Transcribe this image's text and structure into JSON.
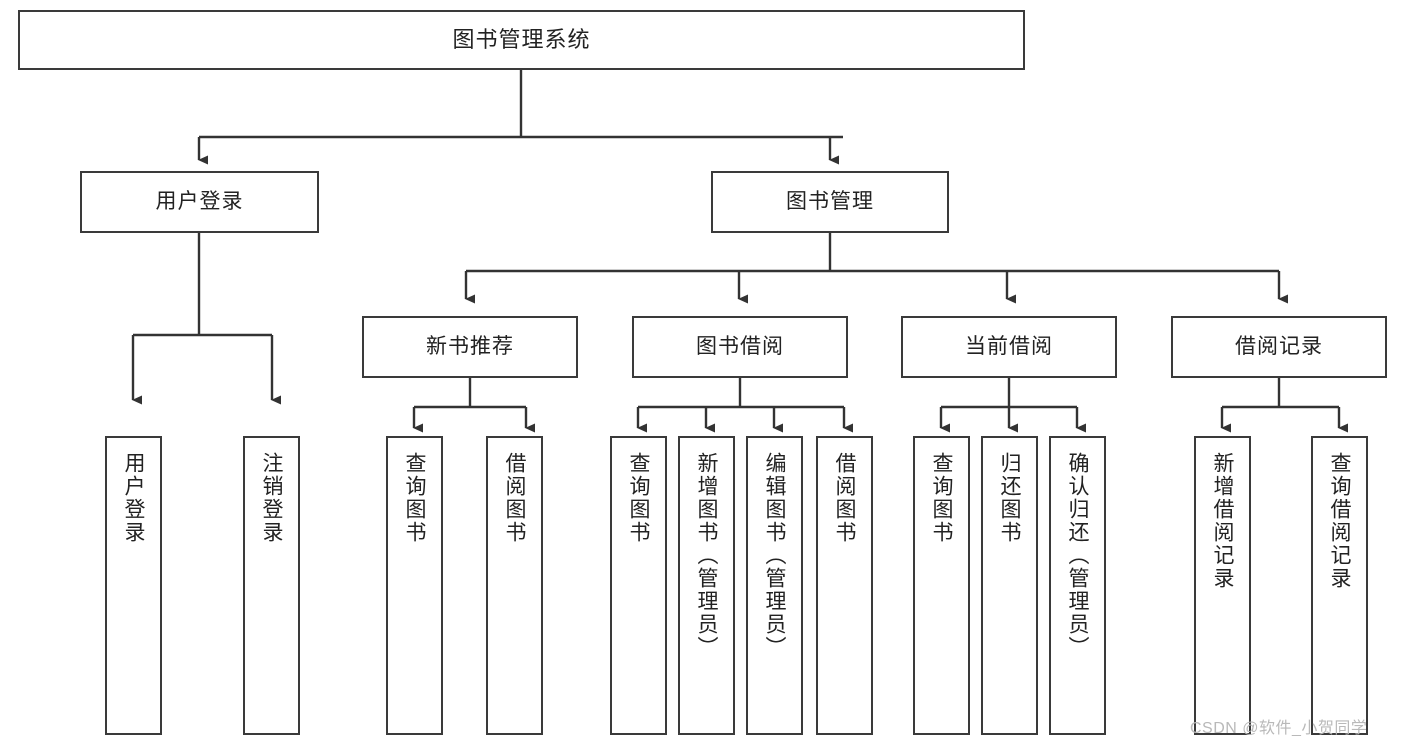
{
  "diagram": {
    "title": "图书管理系统",
    "type": "tree-structure-diagram",
    "watermark": "CSDN @软件_小贺同学",
    "colors": {
      "box_border": "#3a3a3a",
      "box_fill": "#ffffff",
      "connector": "#333333",
      "text": "#222222",
      "watermark": "#b9b9b9",
      "background": "#ffffff"
    },
    "nodes": {
      "root": {
        "label": "图书管理系统"
      },
      "level1": [
        {
          "label": "用户登录"
        },
        {
          "label": "图书管理"
        }
      ],
      "level2": [
        {
          "label": "新书推荐"
        },
        {
          "label": "图书借阅"
        },
        {
          "label": "当前借阅"
        },
        {
          "label": "借阅记录"
        }
      ],
      "leaves_user_login": [
        {
          "label": "用户登录"
        },
        {
          "label": "注销登录"
        }
      ],
      "leaves_new_book": [
        {
          "label": "查询图书"
        },
        {
          "label": "借阅图书"
        }
      ],
      "leaves_borrow": [
        {
          "label": "查询图书"
        },
        {
          "label": "新增图书（管理员）"
        },
        {
          "label": "编辑图书（管理员）"
        },
        {
          "label": "借阅图书"
        }
      ],
      "leaves_current": [
        {
          "label": "查询图书"
        },
        {
          "label": "归还图书"
        },
        {
          "label": "确认归还（管理员）"
        }
      ],
      "leaves_record": [
        {
          "label": "新增借阅记录"
        },
        {
          "label": "查询借阅记录"
        }
      ]
    }
  }
}
